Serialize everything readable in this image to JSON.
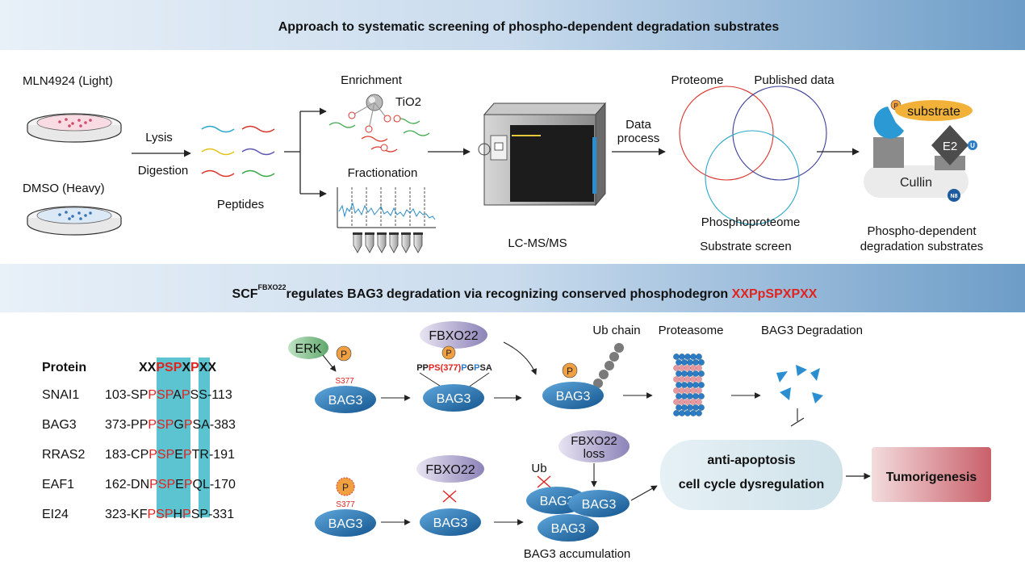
{
  "banners": {
    "top": "Approach to  systematic screening of phospho-dependent degradation substrates",
    "middle_prefix": "SCF",
    "middle_super": "FBXO22",
    "middle_text": "regulates BAG3 degradation via recognizing  conserved phosphodegron ",
    "middle_motif": "XXPpSPXPXX"
  },
  "workflow": {
    "light_label": "MLN4924 (Light)",
    "heavy_label": "DMSO (Heavy)",
    "lysis": "Lysis",
    "digestion": "Digestion",
    "peptides": "Peptides",
    "enrichment": "Enrichment",
    "tio2": "TiO2",
    "fractionation": "Fractionation",
    "lcms": "LC-MS/MS",
    "data_process_1": "Data",
    "data_process_2": "process",
    "venn_proteome": "Proteome",
    "venn_published": "Published data",
    "venn_phospho": "Phosphoproteome",
    "substrate_screen": "Substrate screen",
    "result_1": "Phospho-dependent",
    "result_2": "degradation substrates",
    "complex_substrate": "substrate",
    "complex_e2": "E2",
    "complex_cullin": "Cullin",
    "complex_u": "U",
    "complex_n8": "N8",
    "complex_p": "P"
  },
  "motif_table": {
    "header_protein": "Protein",
    "header_motif_a": "XX",
    "header_motif_b": "PSP",
    "header_motif_c": "X",
    "header_motif_d": "P",
    "header_motif_e": "XX",
    "rows": [
      {
        "protein": "SNAI1",
        "pre": "103-SP",
        "psp": "PSP",
        "x": "A",
        "p": "P",
        "post": "SS-113"
      },
      {
        "protein": "BAG3",
        "pre": "373-PP",
        "psp": "PSP",
        "x": "G",
        "p": "P",
        "post": "SA-383"
      },
      {
        "protein": "RRAS2",
        "pre": "183-CP",
        "psp": "PSP",
        "x": "E",
        "p": "P",
        "post": "TR-191"
      },
      {
        "protein": "EAF1",
        "pre": "162-DN",
        "psp": "PSP",
        "x": "E",
        "p": "P",
        "post": "QL-170"
      },
      {
        "protein": "EI24",
        "pre": "323-KF",
        "psp": "PSP",
        "x": "H",
        "p": "P",
        "post": "SP-331"
      }
    ]
  },
  "pathway": {
    "erk": "ERK",
    "p": "P",
    "s377": "S377",
    "bag3": "BAG3",
    "fbxo22": "FBXO22",
    "seq_a": "PP",
    "seq_b": "PS(377)",
    "seq_c": "P",
    "seq_d": "G",
    "seq_e": "P",
    "seq_f": "SA",
    "ub_chain": "Ub chain",
    "proteasome": "Proteasome",
    "degradation": "BAG3 Degradation",
    "ub": "Ub",
    "fbxo22_loss_1": "FBXO22",
    "fbxo22_loss_2": "loss",
    "accumulation": "BAG3 accumulation",
    "outcome_1": "anti-apoptosis",
    "outcome_2": "cell cycle dysregulation",
    "tumorigenesis": "Tumorigenesis"
  },
  "colors": {
    "banner_start": "#e4eef7",
    "banner_end": "#6f9fc9",
    "bag3_blue": "#1f6eae",
    "fbxo22_purple": "#a7a0c8",
    "erk_green": "#7fbf8a",
    "phospho_orange": "#f0a040",
    "motif_highlight": "#5cc3d1",
    "red": "#e0231e",
    "outcome_bg": "#d8e8ef",
    "tumor_bg": "#cf6f76"
  }
}
